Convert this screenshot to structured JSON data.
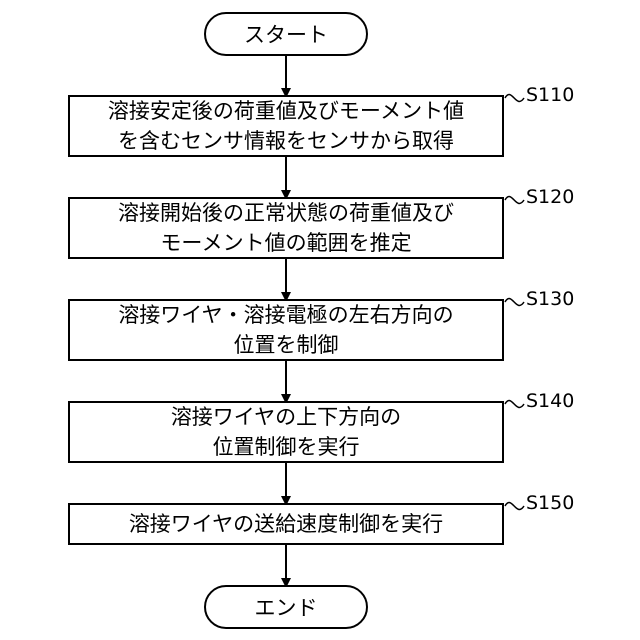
{
  "start": {
    "label": "スタート"
  },
  "end": {
    "label": "エンド"
  },
  "steps": [
    {
      "id": "S110",
      "lines": [
        "溶接安定後の荷重値及びモーメント値",
        "を含むセンサ情報をセンサから取得"
      ]
    },
    {
      "id": "S120",
      "lines": [
        "溶接開始後の正常状態の荷重値及び",
        "モーメント値の範囲を推定"
      ]
    },
    {
      "id": "S130",
      "lines": [
        "溶接ワイヤ・溶接電極の左右方向の",
        "位置を制御"
      ]
    },
    {
      "id": "S140",
      "lines": [
        "溶接ワイヤの上下方向の",
        "位置制御を実行"
      ]
    },
    {
      "id": "S150",
      "lines": [
        "溶接ワイヤの送給速度制御を実行"
      ]
    }
  ]
}
